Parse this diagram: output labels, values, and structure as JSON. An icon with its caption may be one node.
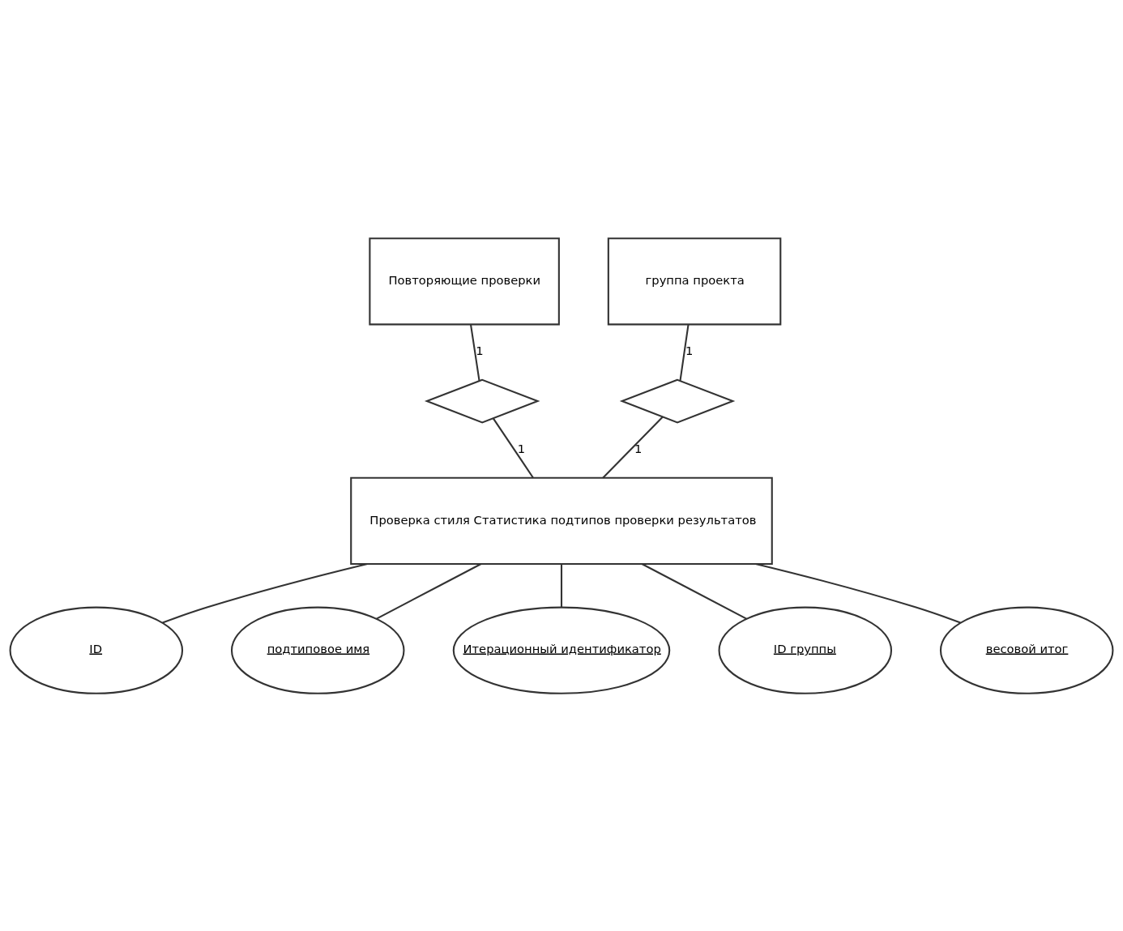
{
  "diagram": {
    "nodes": [
      {
        "text": [
          "Повторяющие проверки"
        ]
      },
      {
        "text": [
          "группа проекта"
        ]
      },
      {
        "text": [],
        "shape": "diamond"
      },
      {
        "text": [],
        "shape": "diamond"
      },
      {
        "text": [
          "Проверка стиля Статистика подтипов проверки результатов"
        ]
      },
      {
        "text": [
          "ID"
        ]
      },
      {
        "text": [
          "подтиповое имя"
        ]
      },
      {
        "text": [
          "Итерационный идентификатор"
        ]
      },
      {
        "text": [
          "ID группы"
        ]
      },
      {
        "text": [
          "весовой итог"
        ]
      }
    ],
    "edges": [
      {
        "from": 0,
        "to": 2,
        "arrow": "none",
        "label": "1"
      },
      {
        "from": 2,
        "to": 4,
        "arrow": "none",
        "label": "1"
      },
      {
        "from": 1,
        "to": 3,
        "arrow": "none",
        "label": "1"
      },
      {
        "from": 3,
        "to": 4,
        "arrow": "none",
        "label": "1"
      },
      {
        "from": 4,
        "to": 5,
        "arrow": "none"
      },
      {
        "from": 4,
        "to": 6,
        "arrow": "none"
      },
      {
        "from": 4,
        "to": 7,
        "arrow": "none"
      },
      {
        "from": 4,
        "to": 8,
        "arrow": "none"
      },
      {
        "from": 4,
        "to": 9,
        "arrow": "none"
      }
    ]
  }
}
